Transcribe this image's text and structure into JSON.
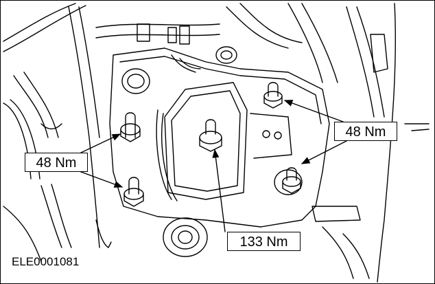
{
  "figure": {
    "id_label": "ELE0001081",
    "line_color": "#000000",
    "background_color": "#ffffff"
  },
  "callouts": [
    {
      "name": "upper-right-bolts-torque",
      "text": "48 Nm"
    },
    {
      "name": "left-bolts-torque",
      "text": "48 Nm"
    },
    {
      "name": "center-nut-torque",
      "text": "133 Nm"
    }
  ]
}
